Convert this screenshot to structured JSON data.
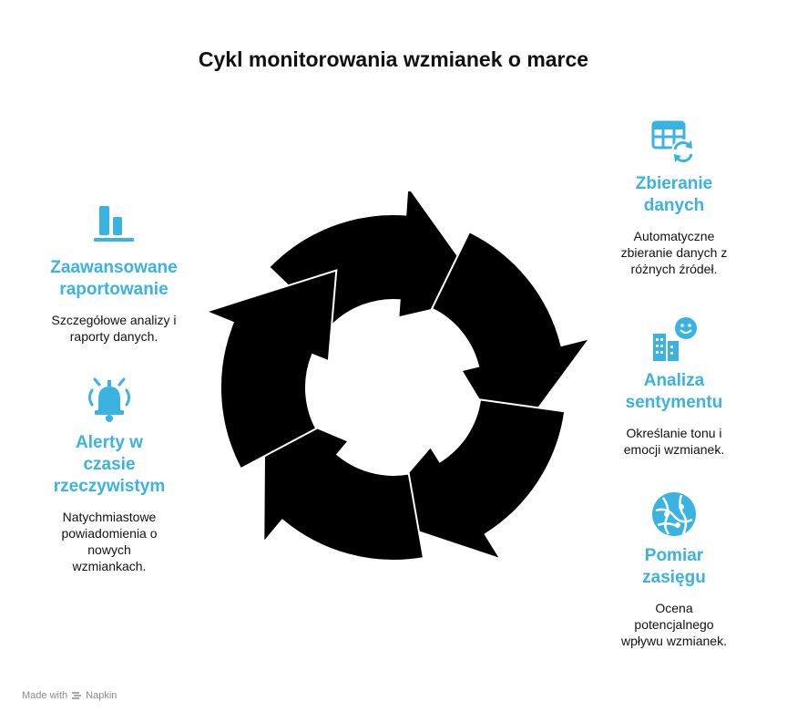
{
  "title": "Cykl monitorowania wzmianek o marce",
  "steps": [
    {
      "heading_lines": [
        "Zbieranie",
        "danych"
      ],
      "desc_lines": [
        "Automatyczne",
        "zbieranie danych z",
        "różnych źródeł."
      ],
      "icon": "table-refresh-icon"
    },
    {
      "heading_lines": [
        "Analiza",
        "sentymentu"
      ],
      "desc_lines": [
        "Określanie tonu i",
        "emocji wzmianek."
      ],
      "icon": "building-smiley-icon"
    },
    {
      "heading_lines": [
        "Pomiar",
        "zasięgu"
      ],
      "desc_lines": [
        "Ocena",
        "potencjalnego",
        "wpływu wzmianek."
      ],
      "icon": "globe-network-icon"
    },
    {
      "heading_lines": [
        "Alerty w",
        "czasie",
        "rzeczywistym"
      ],
      "desc_lines": [
        "Natychmiastowe",
        "powiadomienia o",
        "nowych",
        "wzmiankach."
      ],
      "icon": "bell-alert-icon"
    },
    {
      "heading_lines": [
        "Zaawansowane",
        "raportowanie"
      ],
      "desc_lines": [
        "Szczegółowe analizy i",
        "raporty danych."
      ],
      "icon": "bar-chart-icon"
    }
  ],
  "footer": {
    "made_with": "Made with",
    "brand": "Napkin"
  },
  "colors": {
    "accent": "#3bb3e0",
    "cycle": "#000000",
    "text": "#111111"
  }
}
